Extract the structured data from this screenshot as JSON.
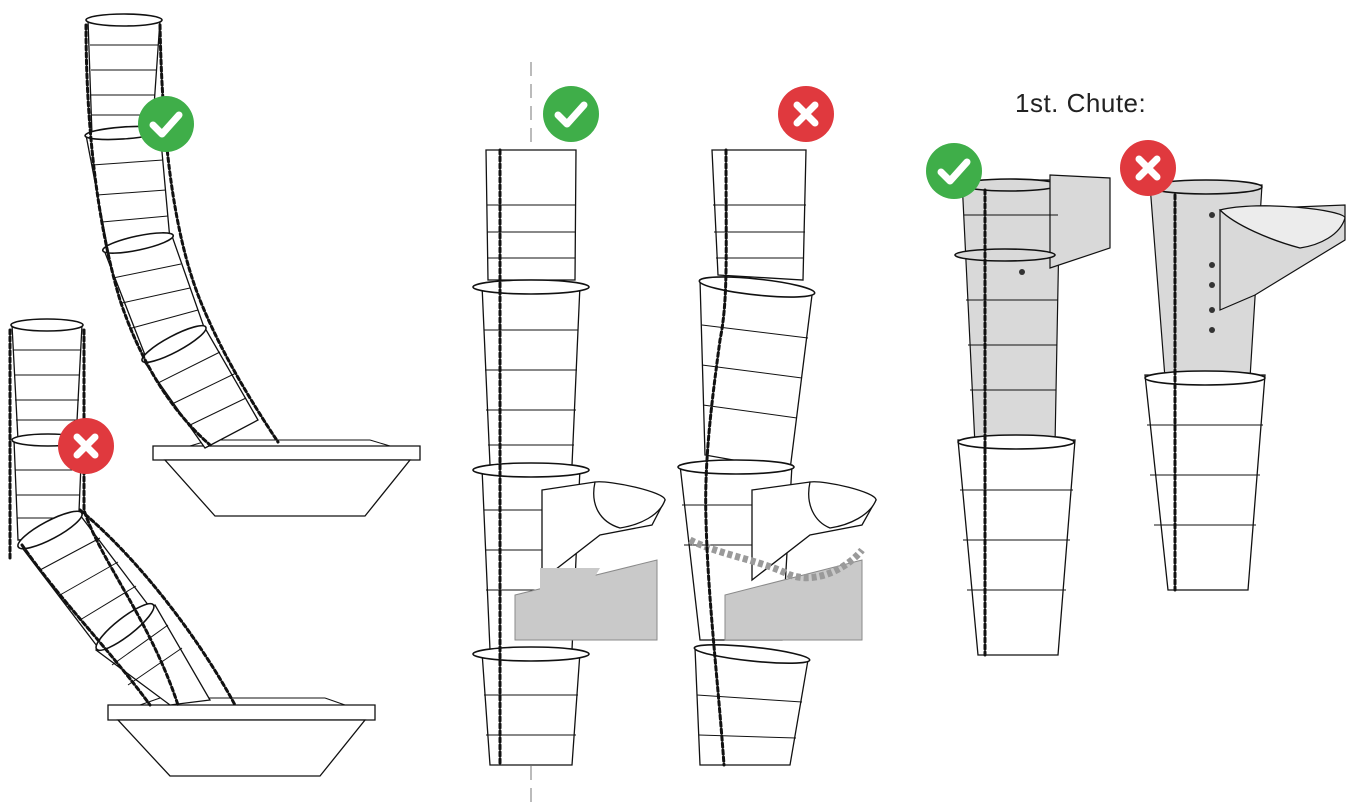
{
  "caption": {
    "text": "1st. Chute:"
  },
  "colors": {
    "ok": "#3fae49",
    "bad": "#e0393e",
    "line": "#111111",
    "shelf": "#c9c9c9",
    "hopper_fill": "#d9d9d9"
  },
  "badges": [
    {
      "id": "badge-curve-ok",
      "status": "ok",
      "icon": "check-icon"
    },
    {
      "id": "badge-curve-bad",
      "status": "bad",
      "icon": "x-icon"
    },
    {
      "id": "badge-vertical-ok",
      "status": "ok",
      "icon": "check-icon"
    },
    {
      "id": "badge-tilted-bad",
      "status": "bad",
      "icon": "x-icon"
    },
    {
      "id": "badge-first-chute-ok",
      "status": "ok",
      "icon": "check-icon"
    },
    {
      "id": "badge-first-chute-bad",
      "status": "bad",
      "icon": "x-icon"
    }
  ]
}
